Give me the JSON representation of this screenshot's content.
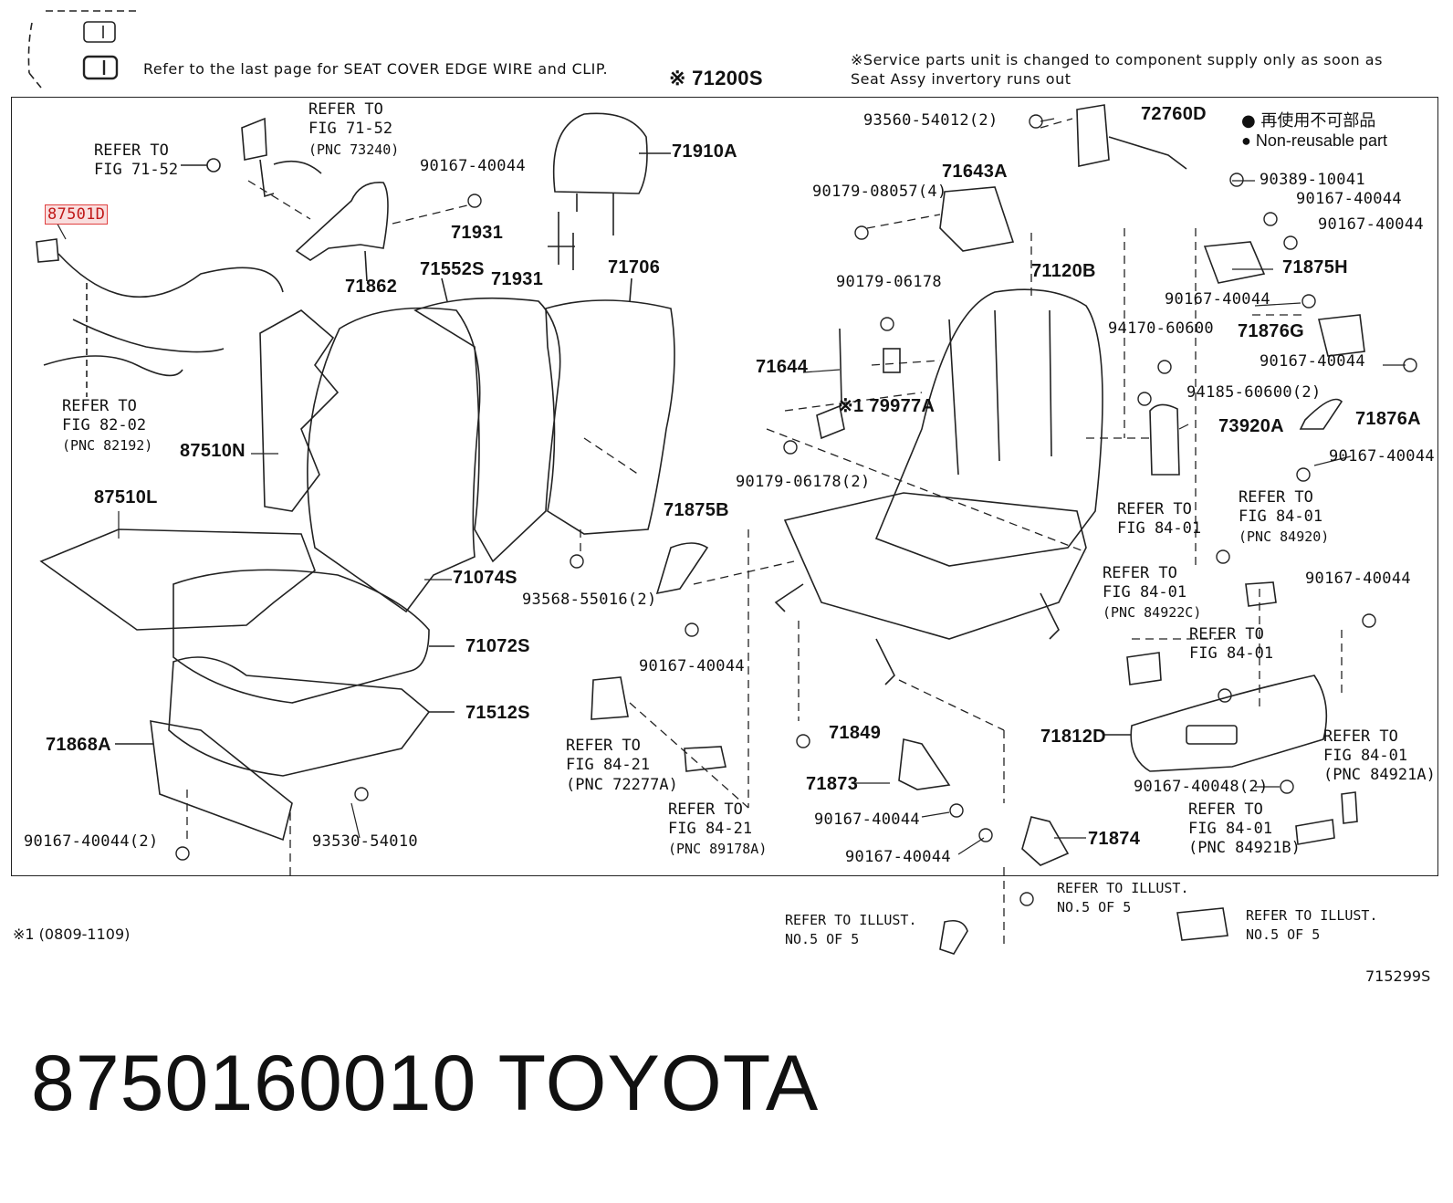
{
  "header": {
    "cover_note": "Refer to the last page for SEAT COVER EDGE WIRE and CLIP.",
    "assy_code": "※ 71200S",
    "service_note_line1": "※Service parts unit is changed to component supply only as soon as",
    "service_note_line2": "Seat Assy invertory runs out"
  },
  "legend": {
    "jp": "● 再使用不可部品",
    "en": "● Non-reusable part"
  },
  "parts": {
    "p87501D": "87501D",
    "p71910A": "71910A",
    "p71862": "71862",
    "p71931a": "71931",
    "p71931b": "71931",
    "p71552S": "71552S",
    "p71706": "71706",
    "p87510N": "87510N",
    "p87510L": "87510L",
    "p71074S": "71074S",
    "p71072S": "71072S",
    "p71512S": "71512S",
    "p71868A": "71868A",
    "p71875B": "71875B",
    "p71643A": "71643A",
    "p71120B": "71120B",
    "p71644": "71644",
    "p79977A": "※1 79977A",
    "p72760D": "72760D",
    "p71875H": "71875H",
    "p71876G": "71876G",
    "p73920A": "73920A",
    "p71876A": "71876A",
    "p71849": "71849",
    "p71873": "71873",
    "p71874": "71874",
    "p71812D": "71812D"
  },
  "bolts": {
    "b1": "90167-40044",
    "b2": "93560-54012(2)",
    "b3": "90389-10041",
    "b4": "90167-40044",
    "b5": "90167-40044",
    "b6": "90179-08057(4)",
    "b7": "90179-06178",
    "b8": "90167-40044",
    "b9": "94170-60600",
    "b10": "90167-40044",
    "b11": "94185-60600(2)",
    "b12": "90167-40044",
    "b13": "90179-06178(2)",
    "b14": "93568-55016(2)",
    "b15": "90167-40044",
    "b16": "90167-40044",
    "b17": "90167-40044(2)",
    "b18": "93530-54010",
    "b19": "90167-40044",
    "b20": "90167-40044",
    "b21": "90167-40048(2)"
  },
  "refs": {
    "r1": "REFER TO\nFIG 71-52",
    "r2a": "REFER TO\nFIG 71-52",
    "r2b": "(PNC 73240)",
    "r3a": "REFER TO\nFIG 82-02",
    "r3b": "(PNC 82192)",
    "r4": "REFER TO\nFIG 84-01",
    "r5a": "REFER TO\nFIG 84-01",
    "r5b": "(PNC 84920)",
    "r6a": "REFER TO\nFIG 84-01",
    "r6b": "(PNC 84922C)",
    "r7": "REFER TO\nFIG 84-01",
    "r8a": "REFER TO\nFIG 84-21",
    "r8b": "(PNC 72277A)",
    "r9a": "REFER TO\nFIG 84-21",
    "r9b": "(PNC 89178A)",
    "r10": "REFER TO\nFIG 84-01\n(PNC 84921A)",
    "r11": "REFER TO\nFIG 84-01\n(PNC 84921B)",
    "r12": "REFER TO ILLUST.\nNO.5 OF 5",
    "r13": "REFER TO ILLUST.\nNO.5 OF 5",
    "r14": "REFER TO ILLUST.\nNO.5 OF 5"
  },
  "footer": {
    "range_note": "※1 (0809-1109)",
    "code": "715299S",
    "title": "8750160010   TOYOTA"
  }
}
